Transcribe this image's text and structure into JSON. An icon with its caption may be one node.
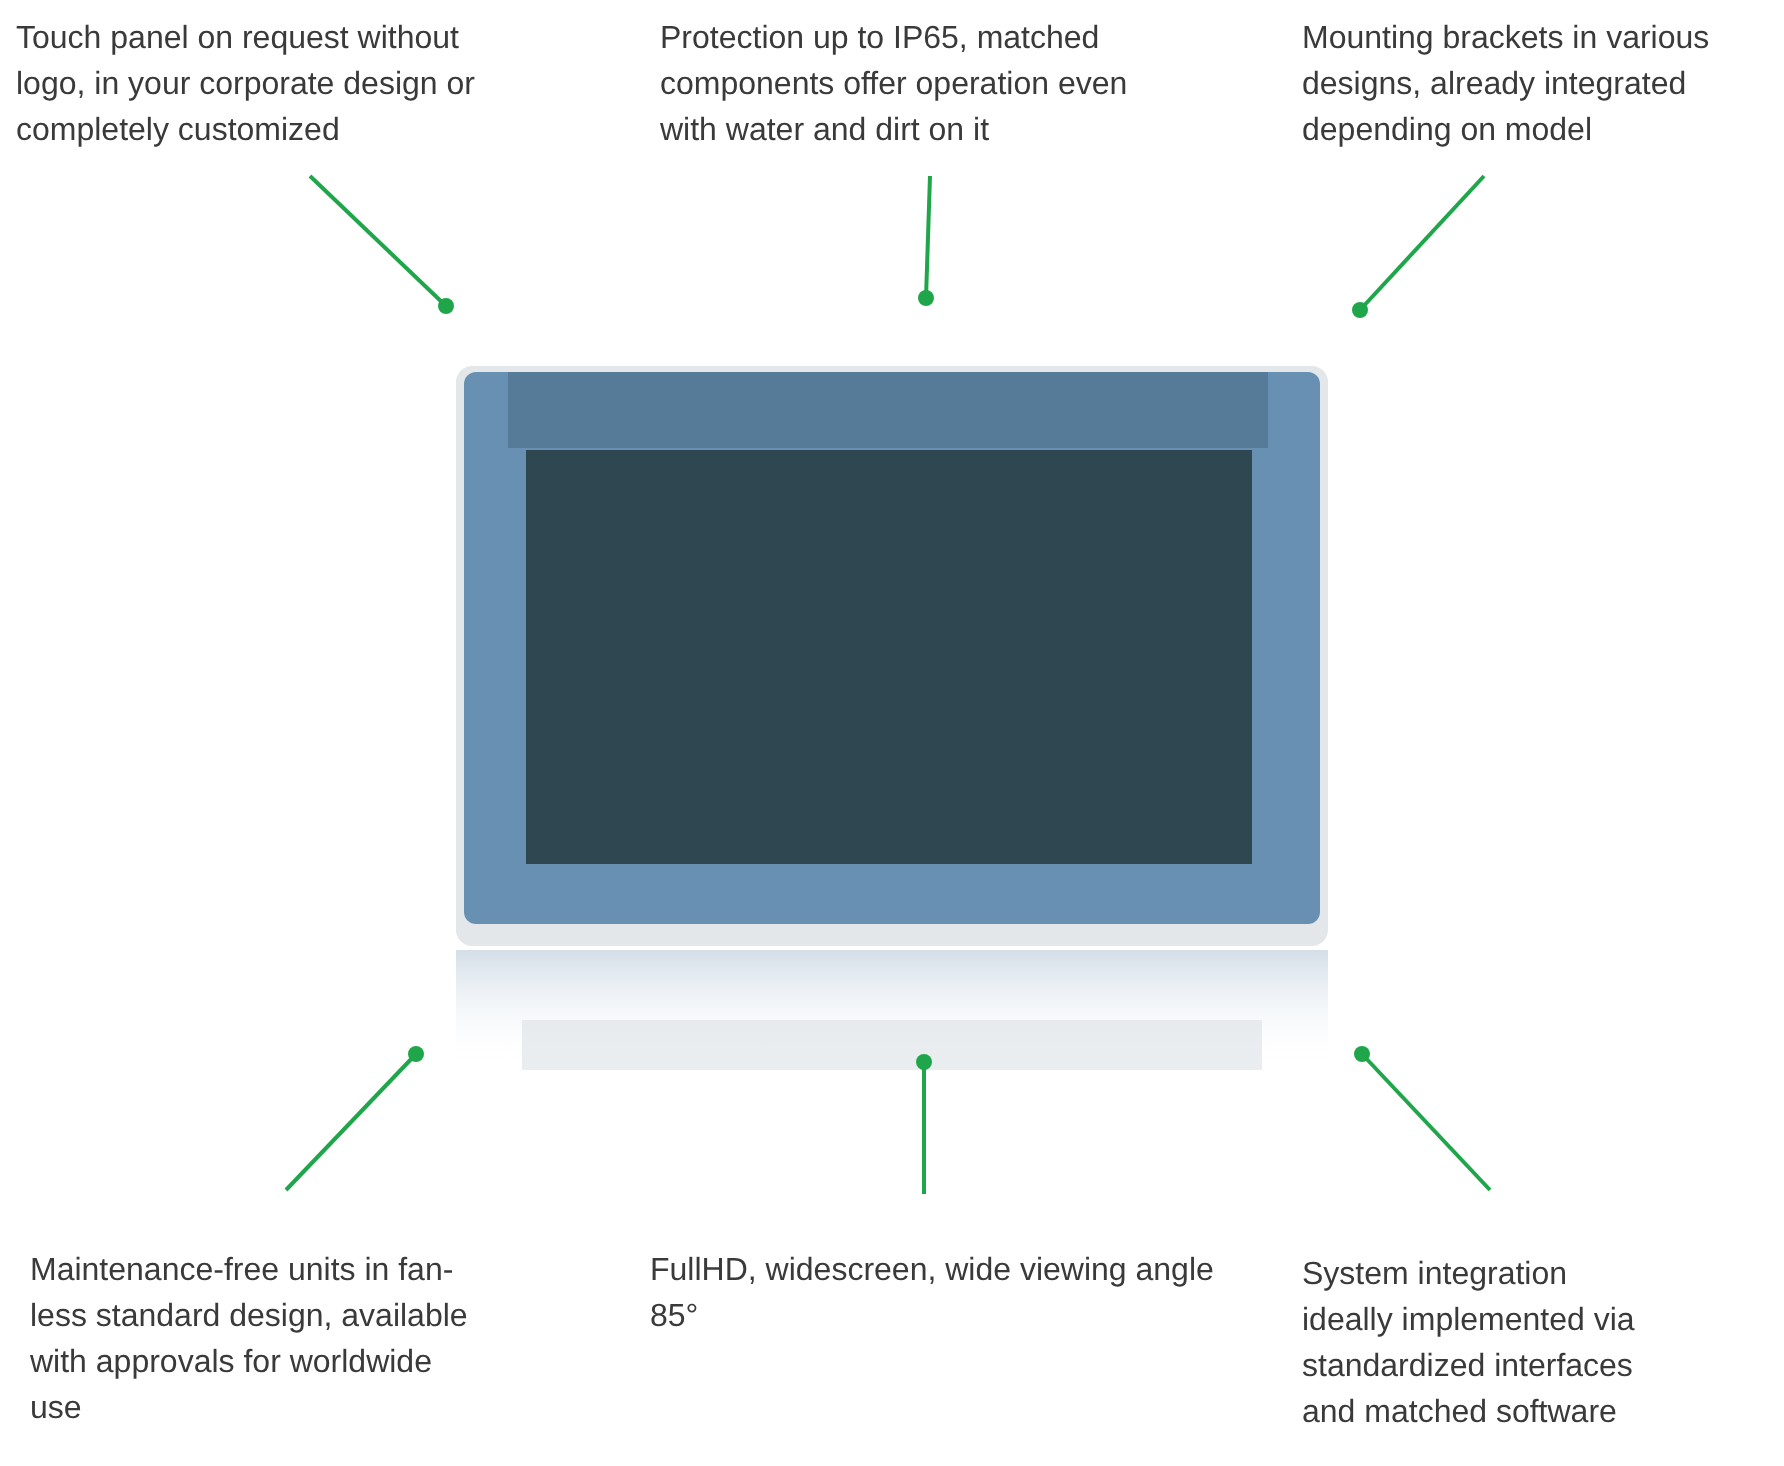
{
  "diagram": {
    "nodes": [
      {
        "text": [
          "Touch panel on request without logo, in your corporate design or completely customized"
        ]
      },
      {
        "text": [
          "Protection up to IP65, matched components offer operation even with water and dirt on it"
        ]
      },
      {
        "text": [
          "Mounting brackets in various designs, already integrated depending on model"
        ]
      },
      {
        "text": [
          "Maintenance-free units in fan-less standard design, available with approvals for worldwide use"
        ]
      },
      {
        "text": [
          "FullHD, widescreen, wide viewing angle 85°"
        ]
      },
      {
        "text": [
          "System integration ideally implemented via standardized interfaces and matched software"
        ]
      },
      {
        "text": [],
        "shape": "picture"
      }
    ],
    "edges": [
      {
        "from": 0,
        "to": 6,
        "arrow": "other"
      },
      {
        "from": 1,
        "to": 6,
        "arrow": "other"
      },
      {
        "from": 2,
        "to": 6,
        "arrow": "other"
      },
      {
        "from": 3,
        "to": 6,
        "arrow": "other"
      },
      {
        "from": 4,
        "to": 6,
        "arrow": "other"
      },
      {
        "from": 5,
        "to": 6,
        "arrow": "other"
      }
    ]
  }
}
